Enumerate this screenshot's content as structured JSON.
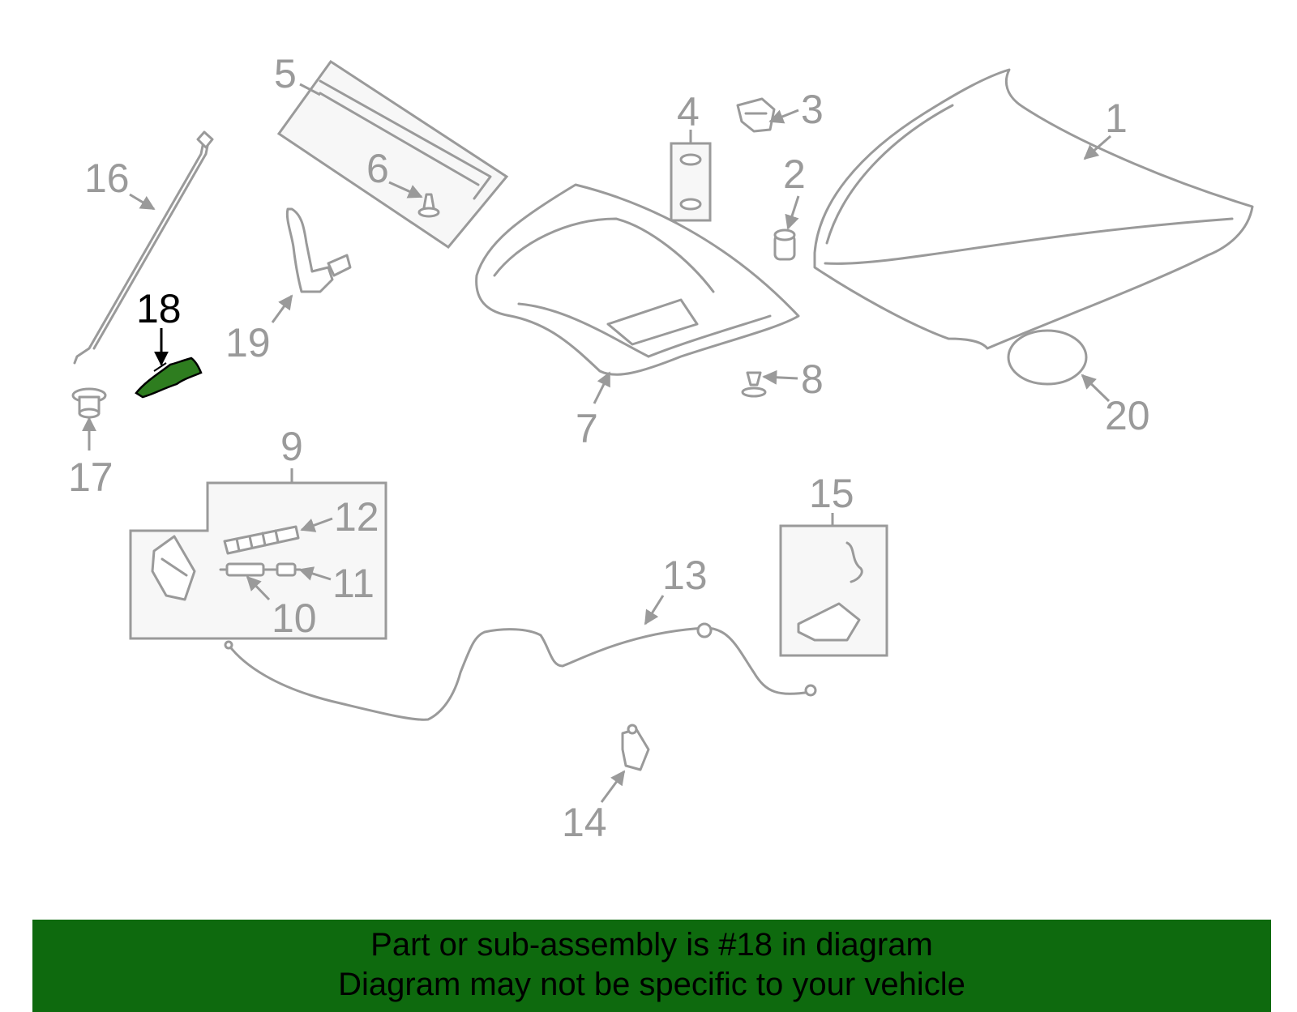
{
  "callouts": {
    "c1": "1",
    "c2": "2",
    "c3": "3",
    "c4": "4",
    "c5": "5",
    "c6": "6",
    "c7": "7",
    "c8": "8",
    "c9": "9",
    "c10": "10",
    "c11": "11",
    "c12": "12",
    "c13": "13",
    "c14": "14",
    "c15": "15",
    "c16": "16",
    "c17": "17",
    "c18": "18",
    "c19": "19",
    "c20": "20"
  },
  "highlight_part": "18",
  "colors": {
    "part_outline": "#9a9a9a",
    "highlight_fill": "#2e7d1f",
    "banner_background": "#0e6a0e",
    "banner_text": "#000000"
  },
  "banner": {
    "line1": "Part or sub-assembly is #18 in diagram",
    "line2": "Diagram may not be specific to your vehicle"
  }
}
